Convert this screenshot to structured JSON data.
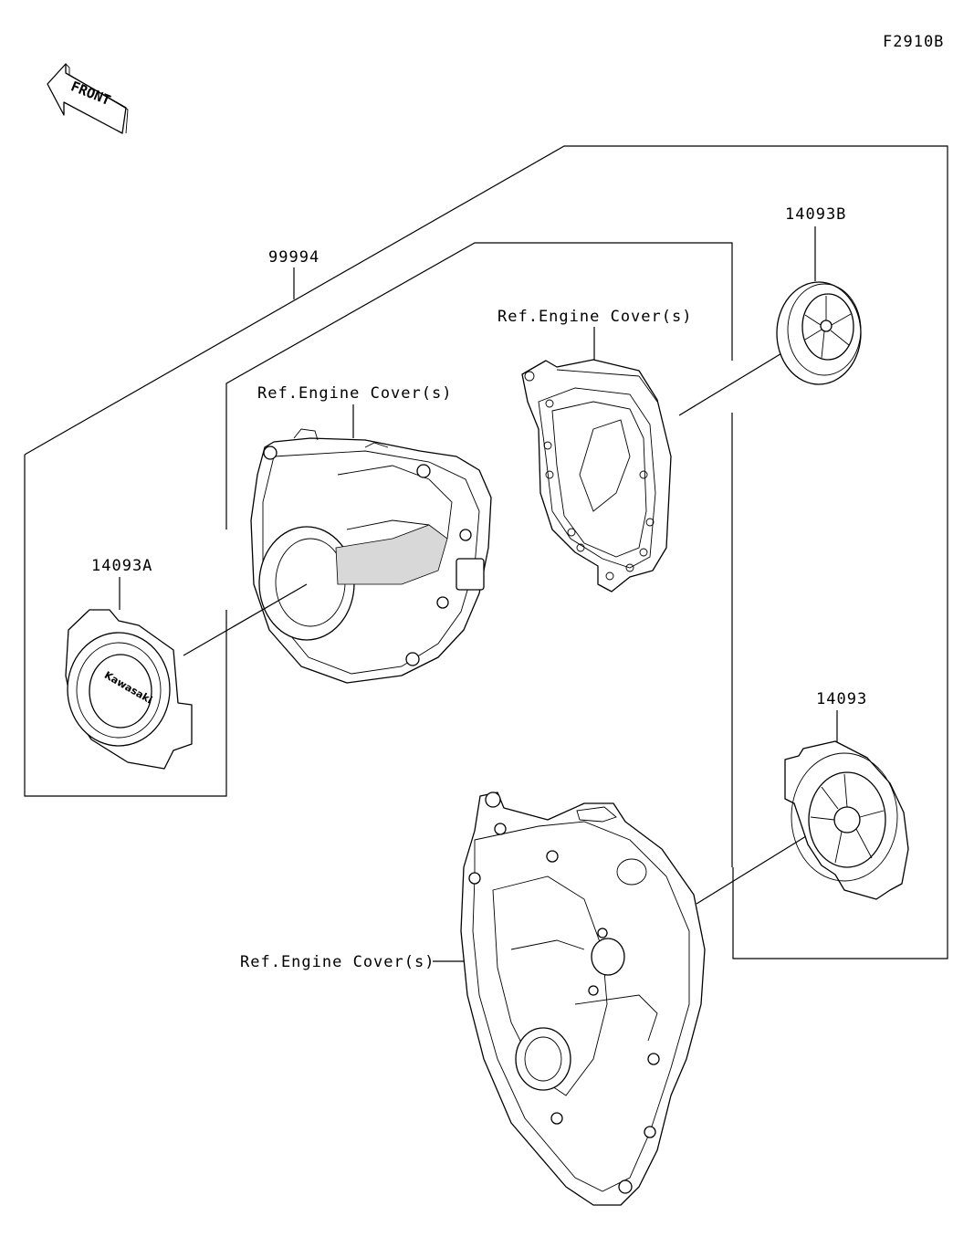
{
  "figure_code": "F2910B",
  "front_marker": "FRONT",
  "callouts": {
    "kit": "99994",
    "cover_b": "14093B",
    "cover_a": "14093A",
    "cover": "14093",
    "ref_top": "Ref.Engine Cover(s)",
    "ref_mid": "Ref.Engine Cover(s)",
    "ref_bottom": "Ref.Engine Cover(s)"
  },
  "emblem_text": "Kawasaki"
}
